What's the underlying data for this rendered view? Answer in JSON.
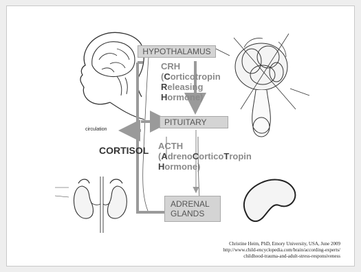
{
  "hypothalamus": "HYPOTHALAMUS",
  "crh": {
    "line1": "CRH",
    "line2_open": "(",
    "line2_bold": "C",
    "line2_rest": "orticotropin",
    "line3_bold": "R",
    "line3_rest": "eleasing",
    "line4_bold": "H",
    "line4_rest": "ormone)"
  },
  "pituitary": "PITUITARY",
  "circulation": "circulation",
  "cortisol": "CORTISOL",
  "acth": {
    "line1": "ACTH",
    "line2_open": "(",
    "a": "A",
    "drenal": "dreno",
    "c": "C",
    "ortico": "ortico",
    "t": "T",
    "ropin": "ropin",
    "h": "H",
    "ormone": "ormone)"
  },
  "adrenal": {
    "line1": "ADRENAL",
    "line2": "GLANDS"
  },
  "caption": {
    "line1": "Christine Heim, PhD, Emory University, USA, June 2009",
    "line2": "http://www.child-encyclopedia.com/brain/according-experts/",
    "line3": "childhood-trauma-and-adult-stress-responsiveness"
  },
  "colors": {
    "box": "#d4d4d4",
    "arrow": "#9a9a9a",
    "text_grey": "#8a8a8a"
  }
}
